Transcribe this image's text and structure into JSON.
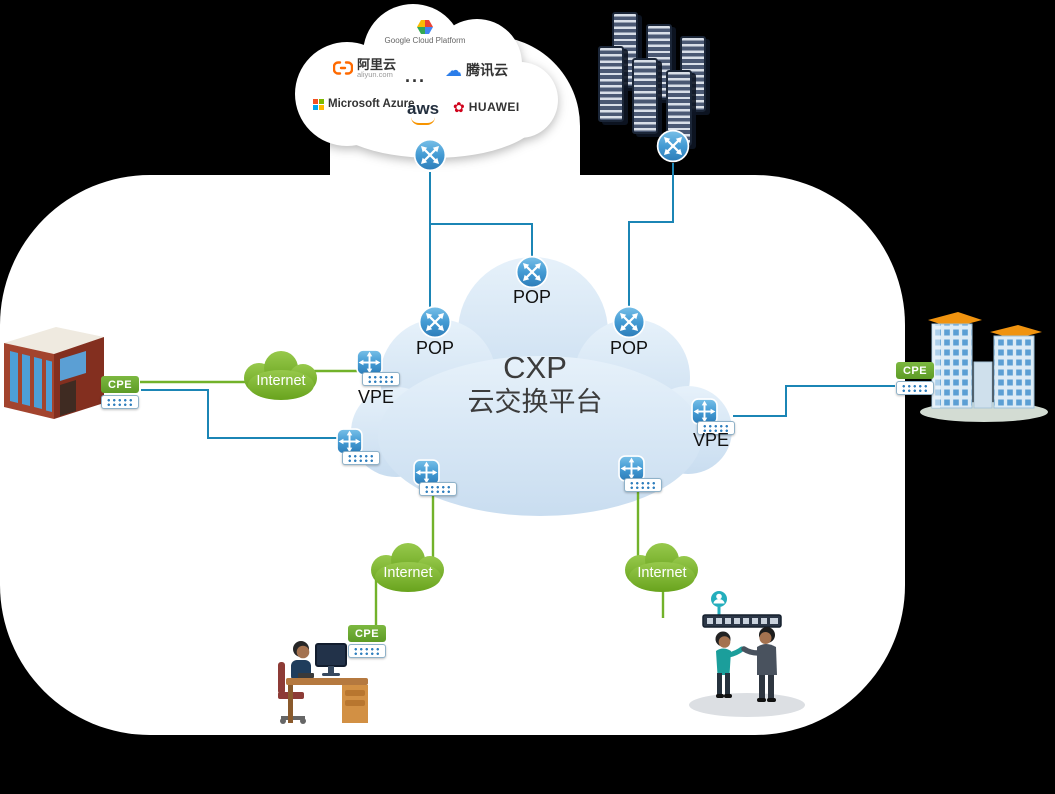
{
  "diagram": {
    "title_line1": "CXP",
    "title_line2": "云交换平台"
  },
  "labels": {
    "pop": "POP",
    "vpe": "VPE",
    "cpe": "CPE",
    "internet": "Internet",
    "ellipsis": "..."
  },
  "providers": {
    "google": "Google Cloud Platform",
    "alibaba": "阿里云",
    "alibaba_domain": "aliyun.com",
    "tencent": "腾讯云",
    "azure": "Microsoft Azure",
    "aws": "aws",
    "huawei": "HUAWEI"
  },
  "colors": {
    "connection_blue": "#1b85b5",
    "connection_green": "#72b22a",
    "cxp_cloud_fill": "#d7e8f6",
    "internet_cloud_green": "#7cb72e",
    "node_blue": "#3f94cd",
    "cpe_badge_green": "#6cae33"
  },
  "connections": [
    {
      "from": "public-cloud-router",
      "to": "pop-left",
      "type": "blue"
    },
    {
      "from": "public-cloud-router",
      "to": "pop-top",
      "type": "blue"
    },
    {
      "from": "datacenter-router",
      "to": "pop-right",
      "type": "blue"
    },
    {
      "from": "cpe-left",
      "to": "vpe-lower-left",
      "type": "blue"
    },
    {
      "from": "cpe-left",
      "to": "internet-left",
      "type": "green"
    },
    {
      "from": "internet-left",
      "to": "vpe-left",
      "type": "green"
    },
    {
      "from": "vpe-right",
      "to": "cpe-right",
      "type": "blue"
    },
    {
      "from": "cxp-edge-bottom-left",
      "to": "internet-bottom-left",
      "type": "green"
    },
    {
      "from": "internet-bottom-left",
      "to": "cpe-desk",
      "type": "green"
    },
    {
      "from": "cxp-edge-bottom-right",
      "to": "internet-bottom-right",
      "type": "green"
    },
    {
      "from": "internet-bottom-right",
      "to": "branch-office",
      "type": "green"
    }
  ]
}
